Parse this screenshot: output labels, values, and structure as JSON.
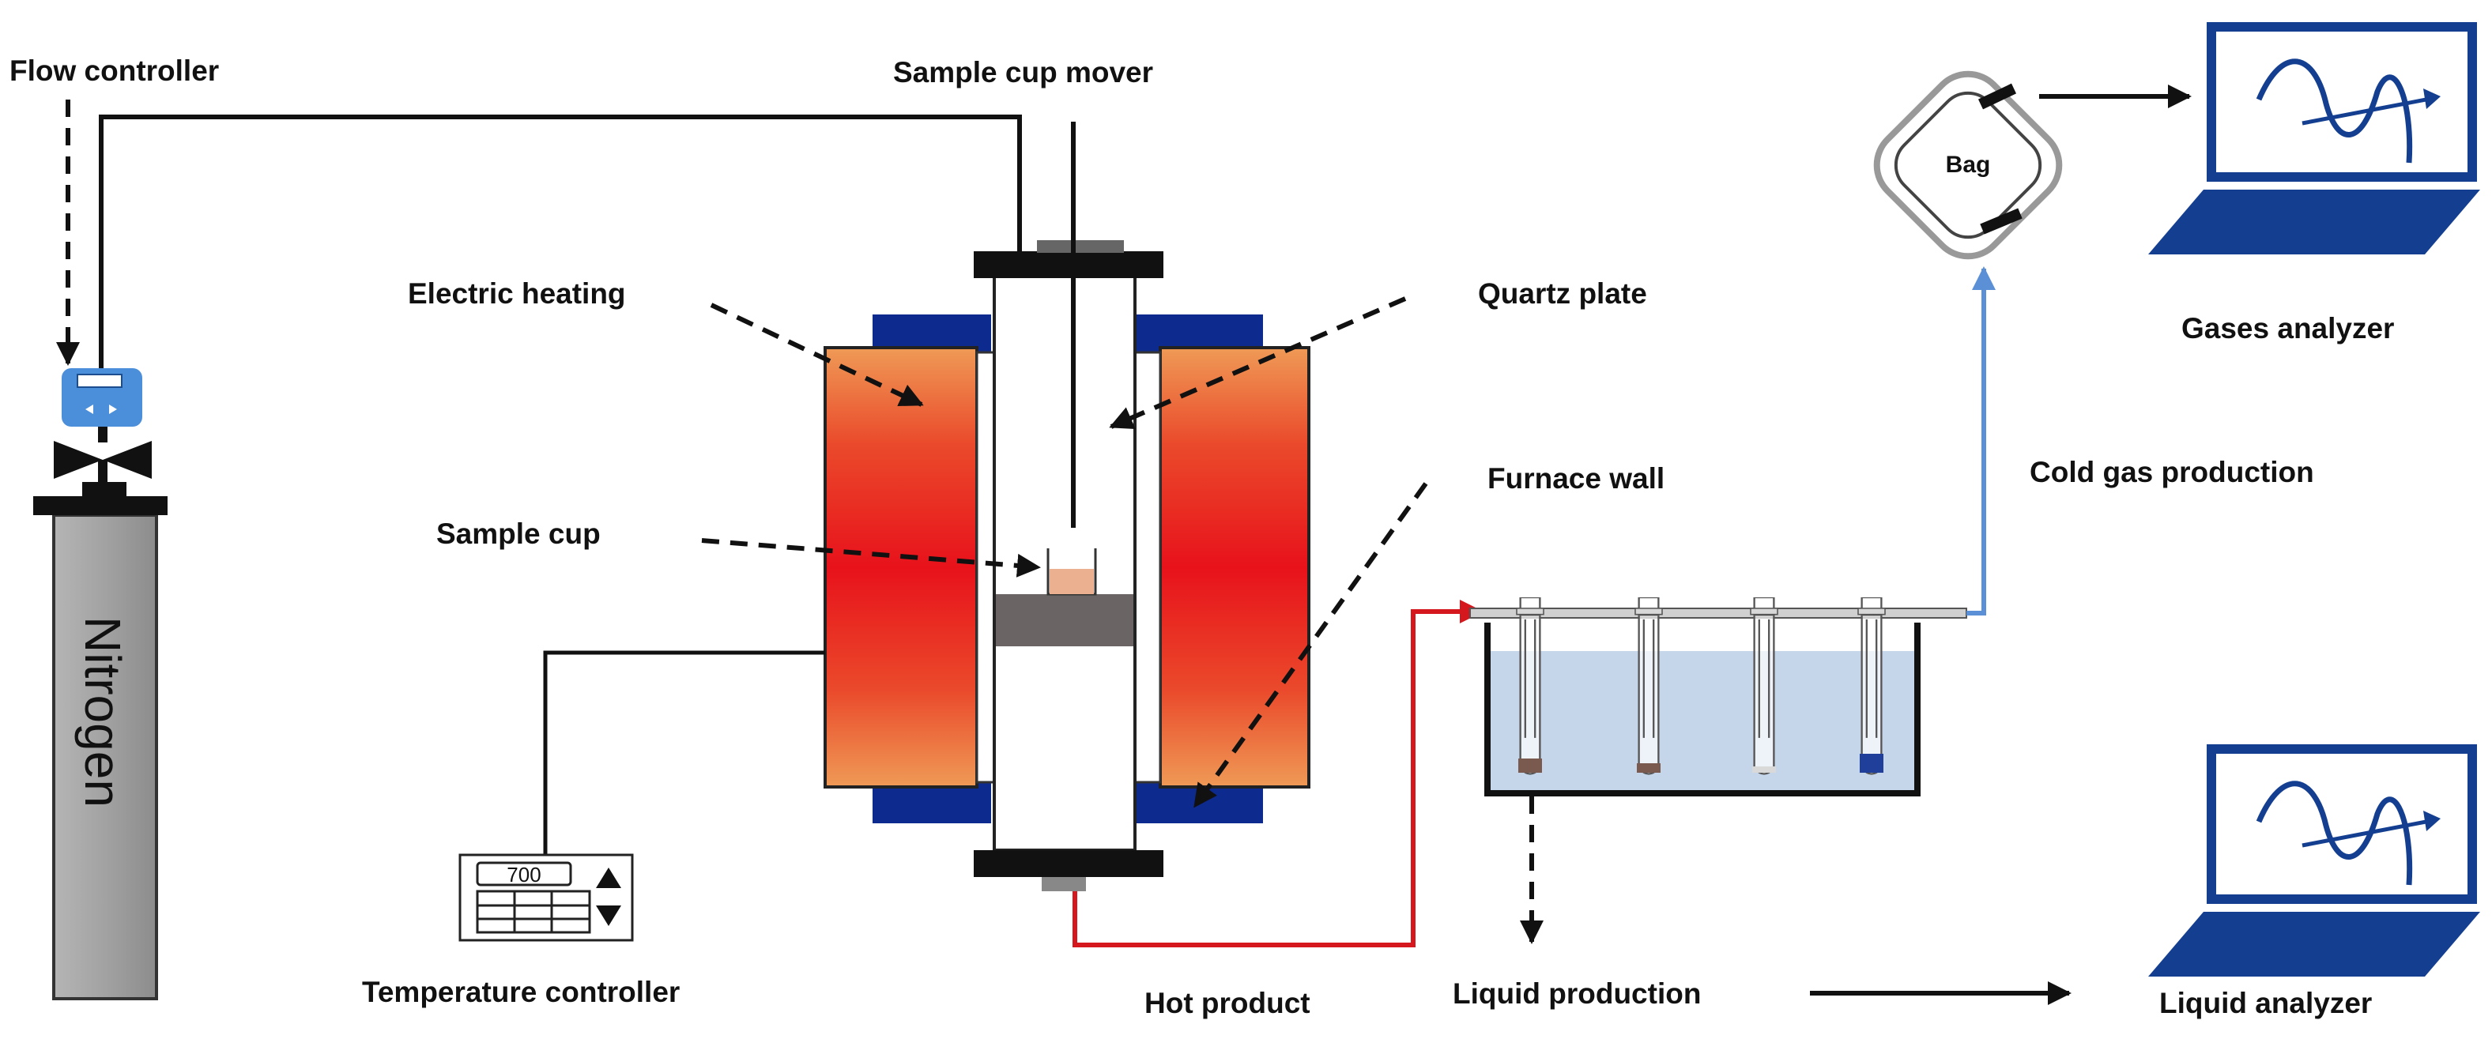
{
  "labels": {
    "flow_controller": "Flow controller",
    "sample_cup_mover": "Sample cup mover",
    "electric_heating": "Electric heating",
    "quartz_plate": "Quartz plate",
    "furnace_wall": "Furnace wall",
    "sample_cup": "Sample cup",
    "temperature_controller": "Temperature controller",
    "hot_product": "Hot product",
    "liquid_production": "Liquid production",
    "liquid_analyzer": "Liquid analyzer",
    "gases_analyzer": "Gases analyzer",
    "cold_gas_production": "Cold gas production",
    "bag": "Bag",
    "nitrogen": "Nitrogen"
  },
  "temperature_display": "700",
  "colors": {
    "hot_line": "#d4181e",
    "cold_line": "#5b8fd6",
    "furnace_cap": "#0d2a8f",
    "heater_core": "#e8121b",
    "heater_edge": "#ef9a56",
    "laptop": "#143f91",
    "water": "#c6d6ea",
    "cylinder": "#a9a9a9",
    "valve": "#4b8fdb",
    "sample": "#eab08f",
    "liquid_deposit": "#7a5a4e",
    "blue_deposit": "#1f3f9a"
  },
  "icons": {
    "valve": "valve-icon",
    "laptop": "laptop-icon",
    "gas_bag": "gas-bag-icon",
    "condenser_tube": "condenser-tube-icon",
    "temperature_panel": "temperature-controller-icon"
  }
}
